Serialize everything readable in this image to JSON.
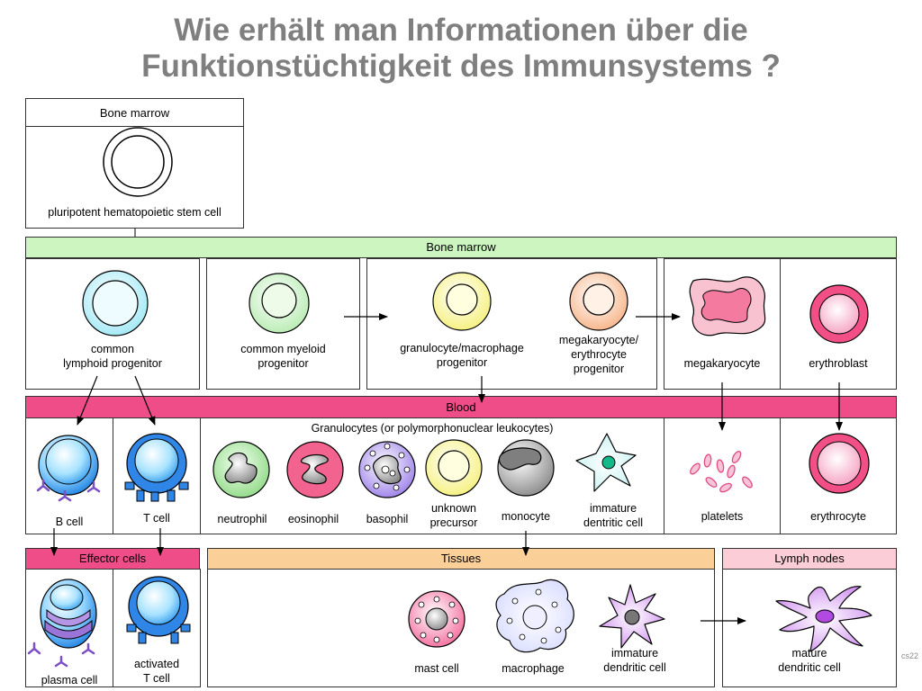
{
  "title_line1": "Wie erhält man Informationen über die",
  "title_line2": "Funktionstüchtigkeit des Immunsystems ?",
  "credit": "cs22",
  "colors": {
    "section_green": "#ccf5c0",
    "section_blood": "#ee4d87",
    "section_effector": "#ee4d87",
    "section_tissues": "#fbcf98",
    "section_lymph": "#fbcdd6",
    "outline": "#333333"
  },
  "sections": {
    "bone_marrow_top": "Bone marrow",
    "bone_marrow": "Bone marrow",
    "blood": "Blood",
    "granulocytes": "Granulocytes (or polymorphonuclear leukocytes)",
    "effector": "Effector cells",
    "tissues": "Tissues",
    "lymph": "Lymph nodes"
  },
  "cells": {
    "stem": "pluripotent hematopoietic stem cell",
    "lymphoid": "common\nlymphoid progenitor",
    "myeloid": "common myeloid\nprogenitor",
    "gm": "granulocyte/macrophage\nprogenitor",
    "me": "megakaryocyte/\nerythrocyte\nprogenitor",
    "megakaryocyte": "megakaryocyte",
    "erythroblast": "erythroblast",
    "bcell": "B cell",
    "tcell": "T cell",
    "neutrophil": "neutrophil",
    "eosinophil": "eosinophil",
    "basophil": "basophil",
    "unknown": "unknown\nprecursor",
    "monocyte": "monocyte",
    "imm_dc_blood": "immature\ndentritic cell",
    "platelets": "platelets",
    "erythrocyte": "erythrocyte",
    "plasma": "plasma cell",
    "activated_t": "activated\nT cell",
    "mast": "mast cell",
    "macrophage": "macrophage",
    "imm_dc_tissue": "immature\ndendritic cell",
    "mature_dc": "mature\ndendritic cell"
  },
  "icons": [
    "stem-cell-icon",
    "lymphoid-progenitor-icon",
    "myeloid-progenitor-icon",
    "gm-progenitor-icon",
    "me-progenitor-icon",
    "megakaryocyte-icon",
    "erythroblast-icon",
    "b-cell-icon",
    "t-cell-icon",
    "neutrophil-icon",
    "eosinophil-icon",
    "basophil-icon",
    "unknown-precursor-icon",
    "monocyte-icon",
    "dendritic-cell-icon",
    "platelets-icon",
    "erythrocyte-icon",
    "plasma-cell-icon",
    "activated-t-cell-icon",
    "mast-cell-icon",
    "macrophage-icon",
    "mature-dendritic-cell-icon"
  ]
}
